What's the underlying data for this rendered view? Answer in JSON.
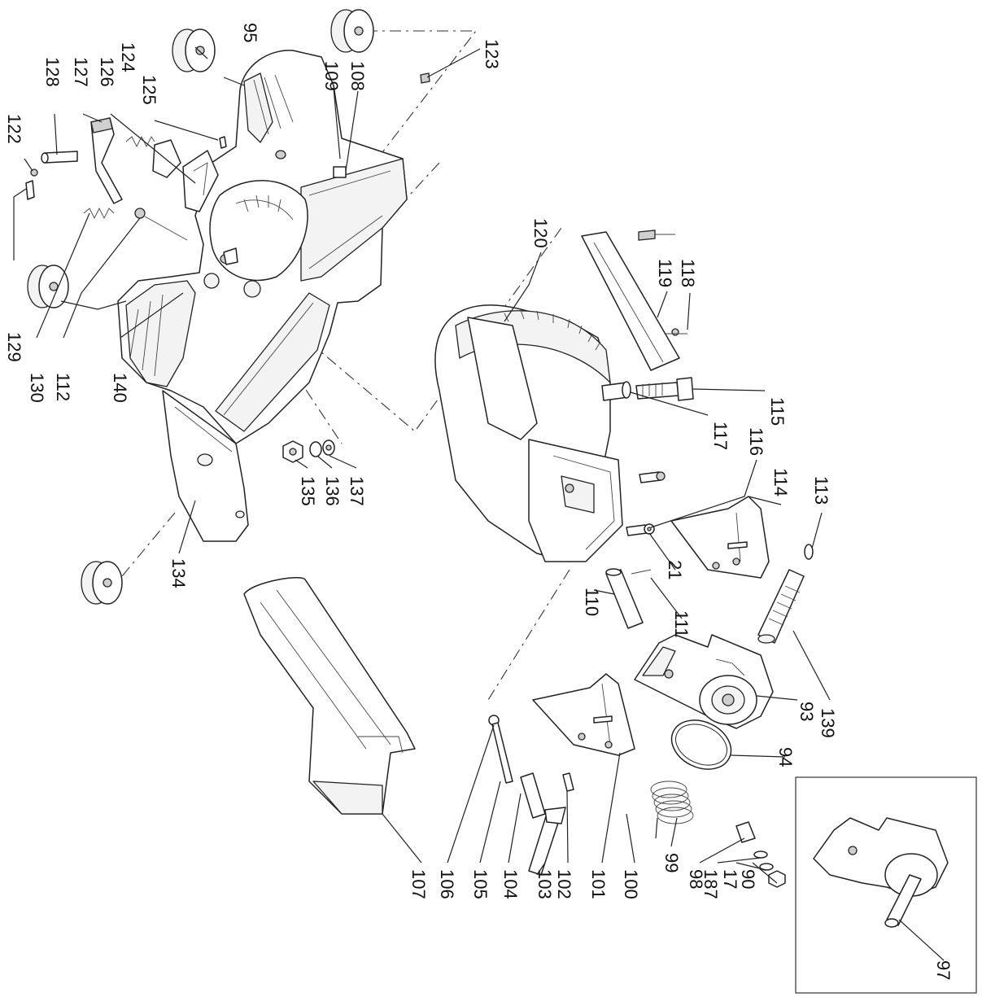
{
  "callouts": {
    "c95": "95",
    "c124": "124",
    "c109": "109",
    "c108": "108",
    "c123": "123",
    "c125": "125",
    "c128": "128",
    "c127": "127",
    "c126": "126",
    "c122": "122",
    "c129": "129",
    "c130": "130",
    "c112": "112",
    "c140": "140",
    "c134": "134",
    "c135": "135",
    "c136": "136",
    "c137": "137",
    "c120": "120",
    "c118": "118",
    "c119": "119",
    "c115": "115",
    "c117": "117",
    "c116": "116",
    "c114": "114",
    "c113": "113",
    "c21": "21",
    "c110": "110",
    "c111": "111",
    "c93": "93",
    "c139": "139",
    "c94": "94",
    "c99": "99",
    "c98": "98",
    "c187": "187",
    "c17": "17",
    "c90": "90",
    "c100": "100",
    "c101": "101",
    "c102": "102",
    "c103": "103",
    "c104": "104",
    "c105": "105",
    "c106": "106",
    "c107": "107",
    "c97": "97"
  }
}
